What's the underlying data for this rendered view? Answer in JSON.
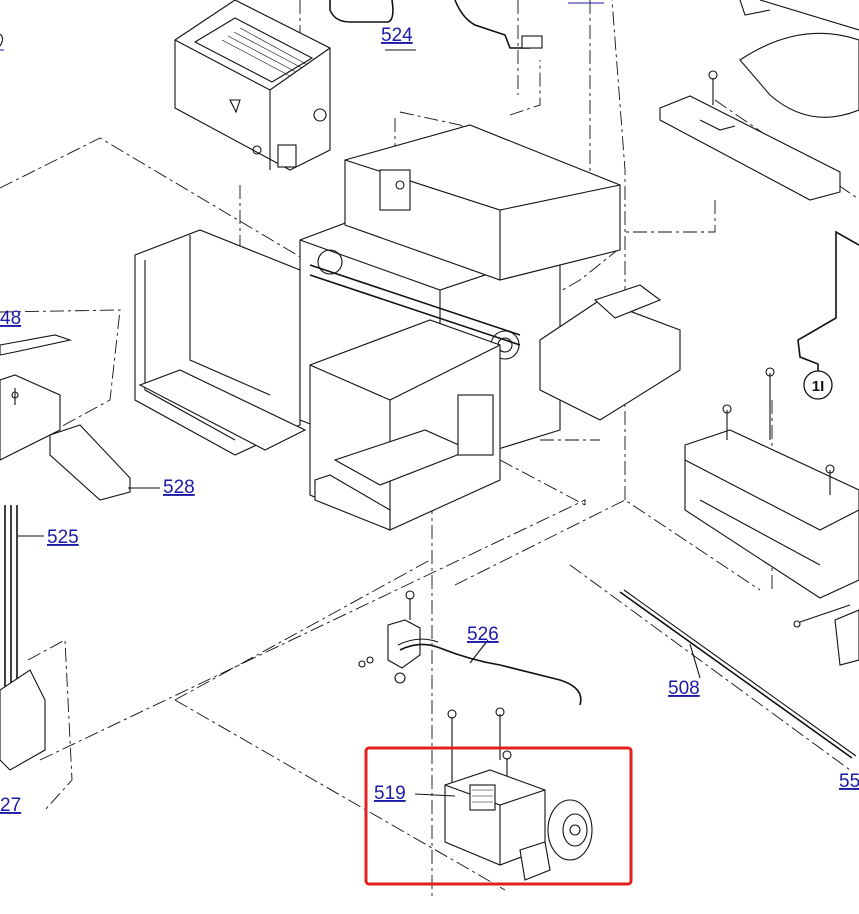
{
  "callouts": [
    {
      "id": "524",
      "text": "524"
    },
    {
      "id": "48",
      "text": "48"
    },
    {
      "id": "528",
      "text": "528"
    },
    {
      "id": "525",
      "text": "525"
    },
    {
      "id": "526",
      "text": "526"
    },
    {
      "id": "508",
      "text": "508"
    },
    {
      "id": "519",
      "text": "519"
    },
    {
      "id": "27",
      "text": "27"
    },
    {
      "id": "55",
      "text": "55"
    },
    {
      "id": "circle1",
      "text": "1I"
    }
  ],
  "highlight": {
    "color": "#e0201e",
    "target": "519"
  },
  "colors": {
    "link": "#1a1aa8",
    "line": "#111111"
  }
}
